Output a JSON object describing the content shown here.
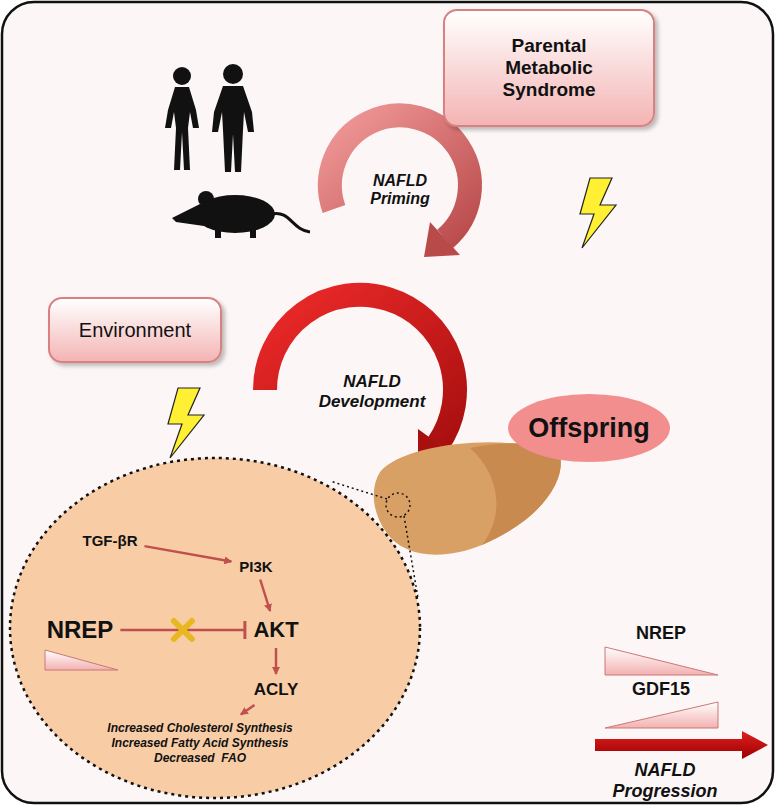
{
  "diagram": {
    "nodes": [
      {
        "text": [
          "Parental Metabolic Syndrome"
        ]
      },
      {
        "text": [
          "Environment"
        ]
      },
      {
        "text": [
          "Offspring"
        ]
      },
      {
        "text": [
          "TGF-βR"
        ]
      },
      {
        "text": [
          "PI3K"
        ]
      },
      {
        "text": [
          "AKT"
        ]
      },
      {
        "text": [
          "ACLY"
        ]
      },
      {
        "text": [
          "NREP"
        ]
      },
      {
        "text": [
          "Increased Cholesterol Synthesis",
          "Increased Fatty Acid Synthesis",
          "Decreased  FAO"
        ]
      }
    ],
    "edges": [
      {
        "from": 3,
        "to": 4,
        "arrow": "to"
      },
      {
        "from": 4,
        "to": 5,
        "arrow": "to"
      },
      {
        "from": 5,
        "to": 6,
        "arrow": "to"
      },
      {
        "from": 7,
        "to": 5,
        "arrow": "to"
      },
      {
        "from": 6,
        "to": 8,
        "arrow": "to"
      }
    ],
    "labels": [
      "NAFLD Priming",
      "NAFLD Development",
      "NREP",
      "GDF15",
      "NAFLD Progression"
    ]
  }
}
